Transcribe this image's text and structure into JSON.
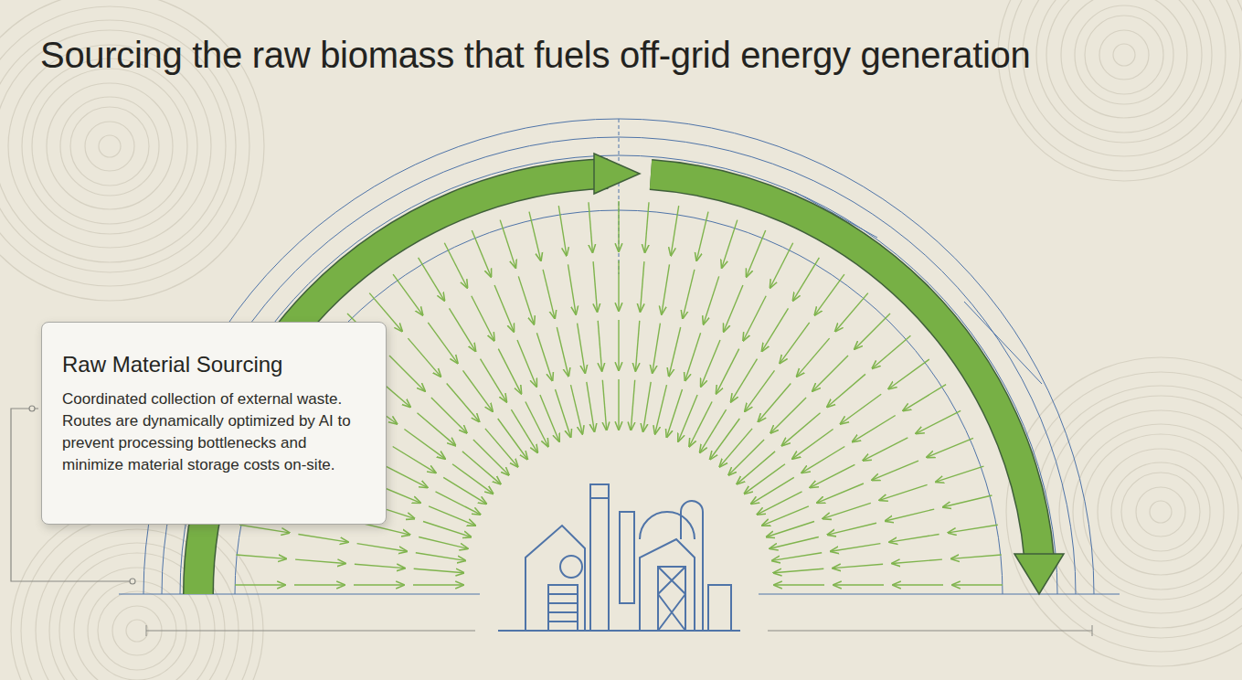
{
  "diagram": {
    "title": "Sourcing the raw biomass that fuels off-grid energy generation",
    "nodes": [
      {
        "text": [
          "Raw Material Sourcing",
          "Coordinated collection of external waste. Routes are dynamically optimized by AI to prevent processing bottlenecks and minimize material storage costs on-site."
        ]
      }
    ]
  }
}
